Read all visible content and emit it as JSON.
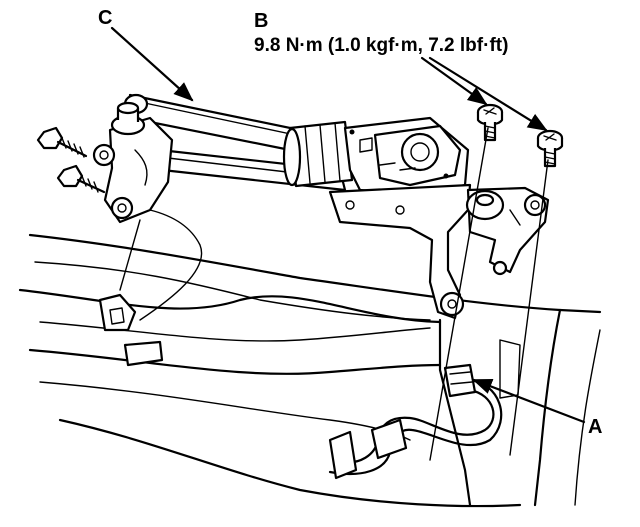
{
  "callouts": {
    "c": "C",
    "b": "B",
    "b_torque": "9.8 N·m (1.0 kgf·m, 7.2 lbf·ft)",
    "a": "A"
  },
  "colors": {
    "ink": "#000000",
    "paper": "#ffffff"
  }
}
